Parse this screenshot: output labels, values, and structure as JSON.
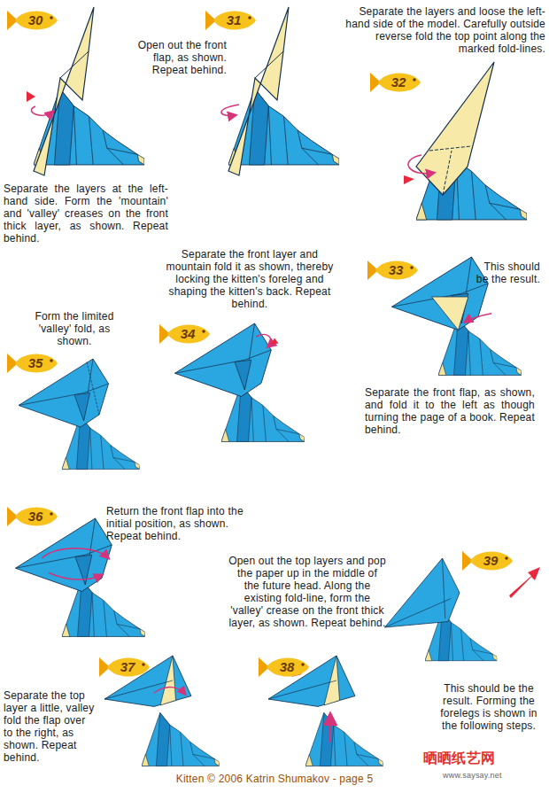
{
  "diagram": {
    "nodes": [
      {
        "text": [
          "30"
        ]
      },
      {
        "text": [
          "31"
        ]
      },
      {
        "text": [
          "32"
        ]
      },
      {
        "text": [
          "33"
        ]
      },
      {
        "text": [
          "34"
        ]
      },
      {
        "text": [
          "35"
        ]
      },
      {
        "text": [
          "36"
        ]
      },
      {
        "text": [
          "37"
        ]
      },
      {
        "text": [
          "38"
        ]
      },
      {
        "text": [
          "39"
        ]
      }
    ],
    "labels": [
      "Separate the layers at the left-hand side. Form the 'mountain' and 'valley' creases on the front thick layer, as shown. Repeat behind.",
      "Open out the front flap, as shown. Repeat behind.",
      "Separate the layers and loose the left-hand side of the model. Carefully outside reverse fold the top point along the marked fold-lines.",
      "This should be the result.",
      "Separate the front flap, as shown, and fold it to the left as though turning the page of a book. Repeat behind.",
      "Separate the front layer and mountain fold it as shown, thereby locking the kitten's foreleg and shaping the kitten's back. Repeat behind.",
      "Form the limited 'valley' fold, as shown.",
      "Return the front flap into the initial position, as shown. Repeat behind.",
      "Separate the top layer a little, valley fold the flap over to the right, as shown. Repeat behind.",
      "Open out the top layers and pop the paper up in the middle of the future head. Along the existing fold-line, form the 'valley' crease on the front thick layer, as shown. Repeat behind.",
      "This should be the result. Forming the forelegs is shown in the following steps.",
      "Kitten © 2006 Katrin Shumakov - page 5",
      "晒晒纸艺网",
      "www.saysay.net"
    ]
  }
}
